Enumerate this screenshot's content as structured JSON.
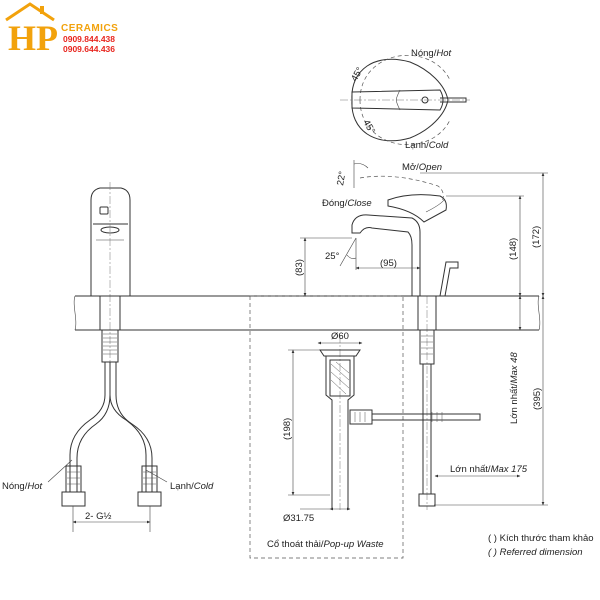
{
  "logo": {
    "letters": "HP",
    "brand": "CERAMICS",
    "phone_1": "0909.844.438",
    "phone_2": "0909.644.436",
    "color_primary": "#f2a20c",
    "color_phone": "#e8261f"
  },
  "handle_view": {
    "hot_vi": "Nóng/",
    "hot_en": "Hot",
    "cold_vi": "Lạnh/",
    "cold_en": "Cold",
    "angle_top": "45°",
    "angle_bottom": "45°"
  },
  "side_view": {
    "open_vi": "Mở/",
    "open_en": "Open",
    "close_vi": "Đóng/",
    "close_en": "Close",
    "angle_open": "22°",
    "angle_spout": "25°",
    "dim_spout_reach": "(95)",
    "dim_spout_height": "(83)",
    "dim_148": "(148)",
    "dim_172": "(172)",
    "dim_max_thickness_vi": "Lớn nhất/",
    "dim_max_thickness_en": "Max 48",
    "dim_395": "(395)",
    "dim_max_reach_vi": "Lớn nhất/",
    "dim_max_reach_en": "Max 175"
  },
  "waste": {
    "dim_top_diameter": "Ø60",
    "dim_height": "(198)",
    "dim_bottom_diameter": "Ø31.75",
    "caption_vi": "Cổ thoát thải/",
    "caption_en": "Pop-up Waste"
  },
  "front_view": {
    "hot_vi": "Nóng/",
    "hot_en": "Hot",
    "cold_vi": "Lạnh/",
    "cold_en": "Cold",
    "connection": "2- G½"
  },
  "notes": {
    "line_1": "( ) Kích thước tham khảo",
    "line_2": "( ) Referred dimension"
  }
}
